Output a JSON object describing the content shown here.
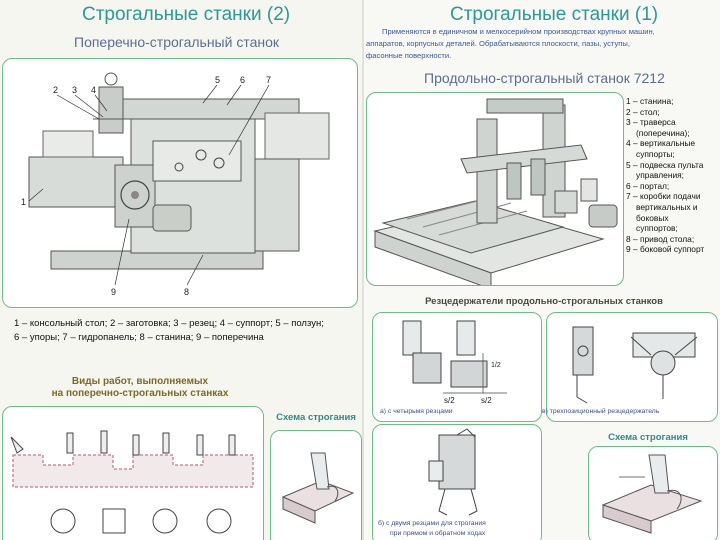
{
  "left": {
    "title": "Строгальные станки (2)",
    "subtitle": "Поперечно-строгальный станок",
    "machine_numbers": [
      "1",
      "2",
      "3",
      "4",
      "5",
      "6",
      "7",
      "8",
      "9"
    ],
    "caption_line1": "1 – консольный стол; 2 – заготовка; 3 – резец; 4 – суппорт; 5 – ползун;",
    "caption_line2": "6 – упоры; 7 – гидропанель; 8 – станина; 9 – поперечина",
    "works_heading_line1": "Виды работ, выполняемых",
    "works_heading_line2": "на поперечно-строгальных станках",
    "scheme_heading": "Схема строгания"
  },
  "right": {
    "title": "Строгальные станки (1)",
    "intro_line1": "Применяются в единичном и мелкосерийном производствах крупных машин,",
    "intro_line2": "аппаратов, корпусных деталей. Обрабатываются плоскости, пазы, уступы,",
    "intro_line3": "фасонные поверхности.",
    "subtitle": "Продольно-строгальный станок 7212",
    "legend": [
      "1 – станина;",
      "2 – стол;",
      "3 – траверса",
      "(поперечина);",
      "4 – вертикальные",
      "суппорты;",
      "5 – подвеска пульта",
      "управления;",
      "6 – портал;",
      "7 – коробки подачи",
      "вертикальных и",
      "боковых",
      "суппортов;",
      "8 – привод стола;",
      "9 – боковой суппорт"
    ],
    "holders_heading": "Резцедержатели продольно-строгальных станков",
    "holder_a": "а) с четырьмя резцами",
    "holder_b": "в) трехпозиционный резцедержатель",
    "holder_c_line1": "б) с двумя резцами для строгания",
    "holder_c_line2": "при прямом и обратном ходах",
    "scheme_heading": "Схема строгания",
    "dim_s2": "s/2",
    "dim_half": "1/2"
  }
}
